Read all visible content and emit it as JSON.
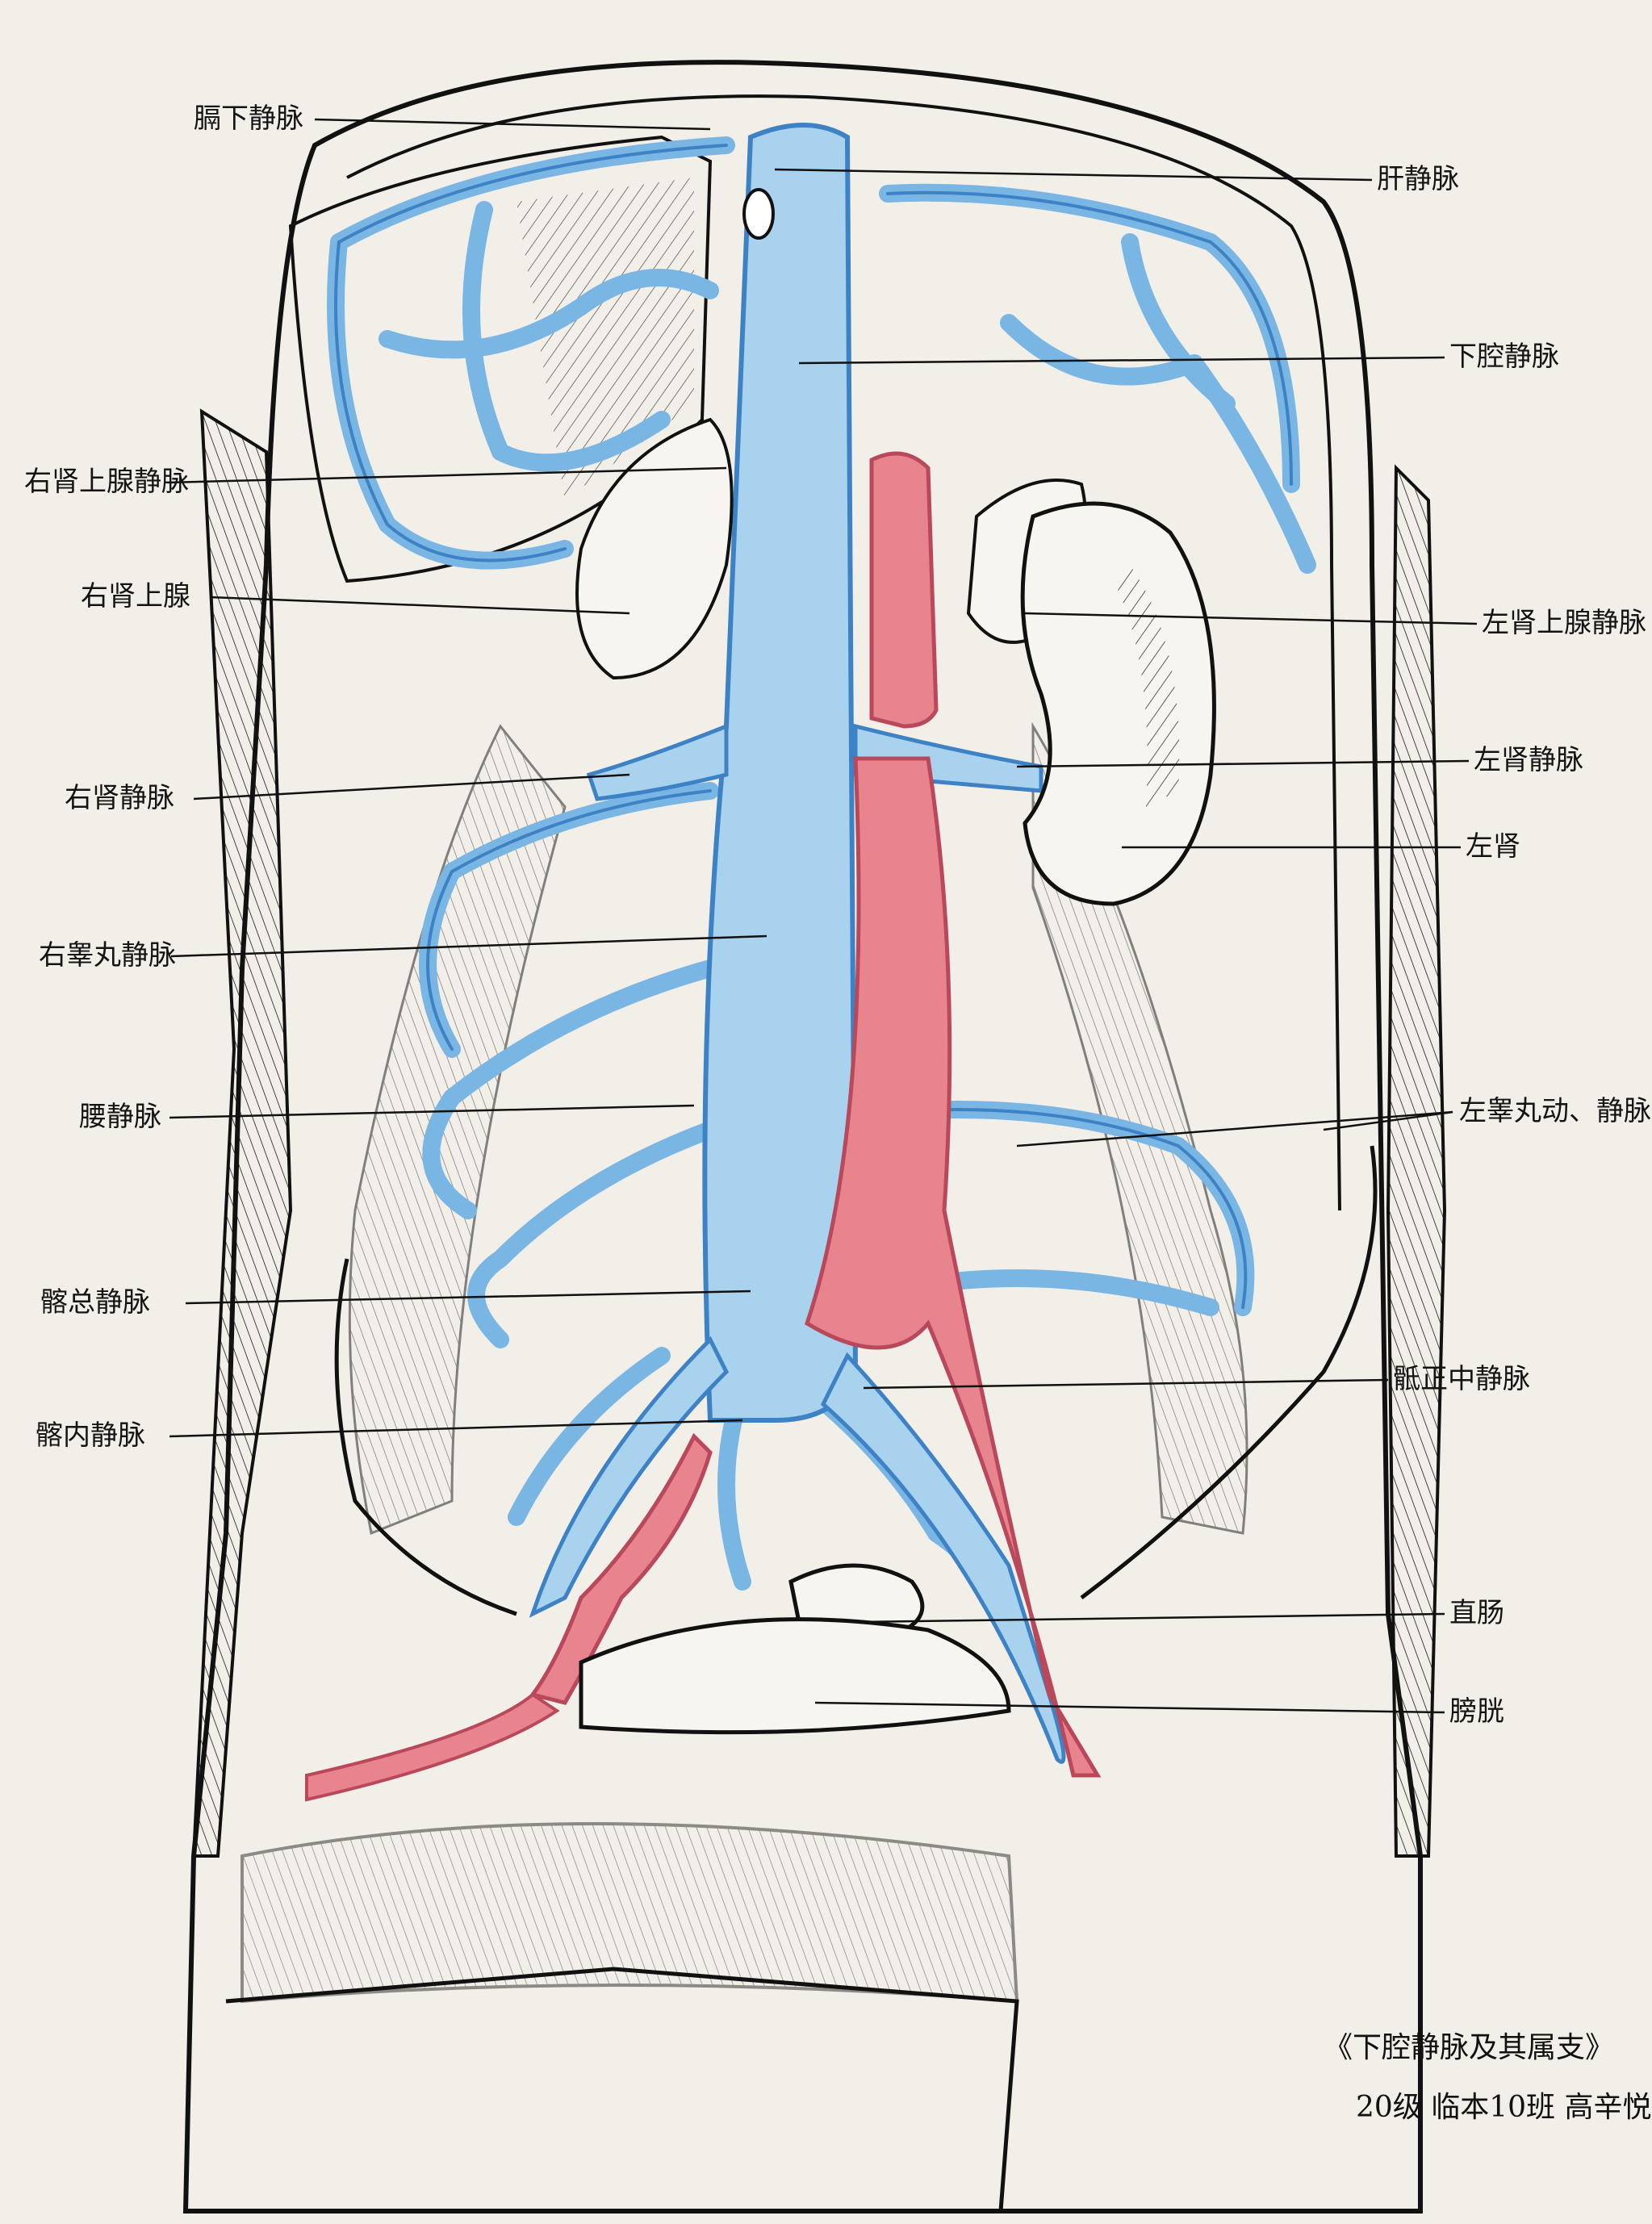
{
  "colors": {
    "paper": "#f2efe9",
    "ink": "#141414",
    "vein_blue": "#7ab6e4",
    "vein_edge": "#3d82c4",
    "artery_red": "#e8848e",
    "artery_edge": "#b9485a"
  },
  "labels": {
    "left": [
      "膈下静脉",
      "右肾上腺静脉",
      "右肾上腺",
      "右肾静脉",
      "右睾丸静脉",
      "腰静脉",
      "髂总静脉",
      "髂内静脉"
    ],
    "right": [
      "肝静脉",
      "下腔静脉",
      "左肾上腺静脉",
      "左肾静脉",
      "左肾",
      "左睾丸动、静脉",
      "骶正中静脉",
      "直肠",
      "膀胱"
    ]
  },
  "caption": {
    "title": "《下腔静脉及其属支》",
    "author": "20级 临本10班 高辛悦"
  }
}
